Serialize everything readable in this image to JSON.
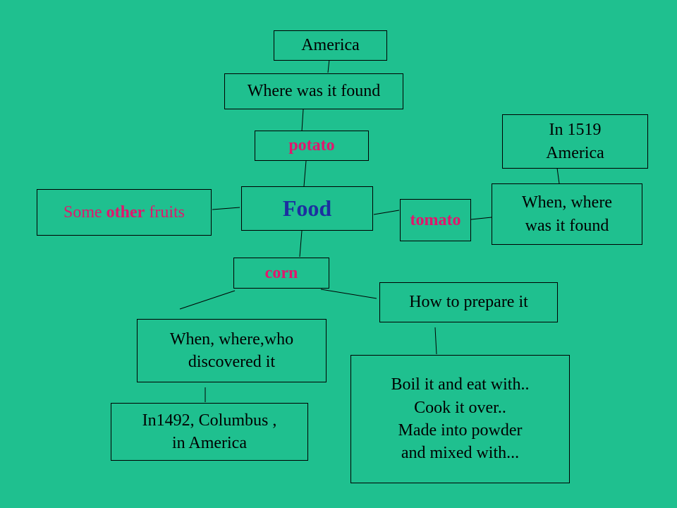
{
  "diagram": {
    "center": "Food",
    "nodes": {
      "america": "America",
      "where_found": "Where was it found",
      "potato": "potato",
      "other_fruits": {
        "prefix": "Some ",
        "bold": "other",
        "suffix": " fruits"
      },
      "tomato": "tomato",
      "in_1519": [
        "In 1519",
        "America"
      ],
      "when_where_found": [
        "When, where",
        "was it found"
      ],
      "corn": "corn",
      "how_prepare": "How to prepare it",
      "when_where_who": [
        "When, where,who",
        "discovered it"
      ],
      "columbus": [
        "In1492, Columbus ,",
        "in America"
      ],
      "boil": [
        "Boil it and eat with..",
        "Cook it over..",
        "Made into powder",
        "and mixed with..."
      ]
    },
    "colors": {
      "background": "#1fc08f",
      "food_text": "#1c2fa0",
      "highlight_text": "#e0176d",
      "line": "#000000"
    }
  }
}
